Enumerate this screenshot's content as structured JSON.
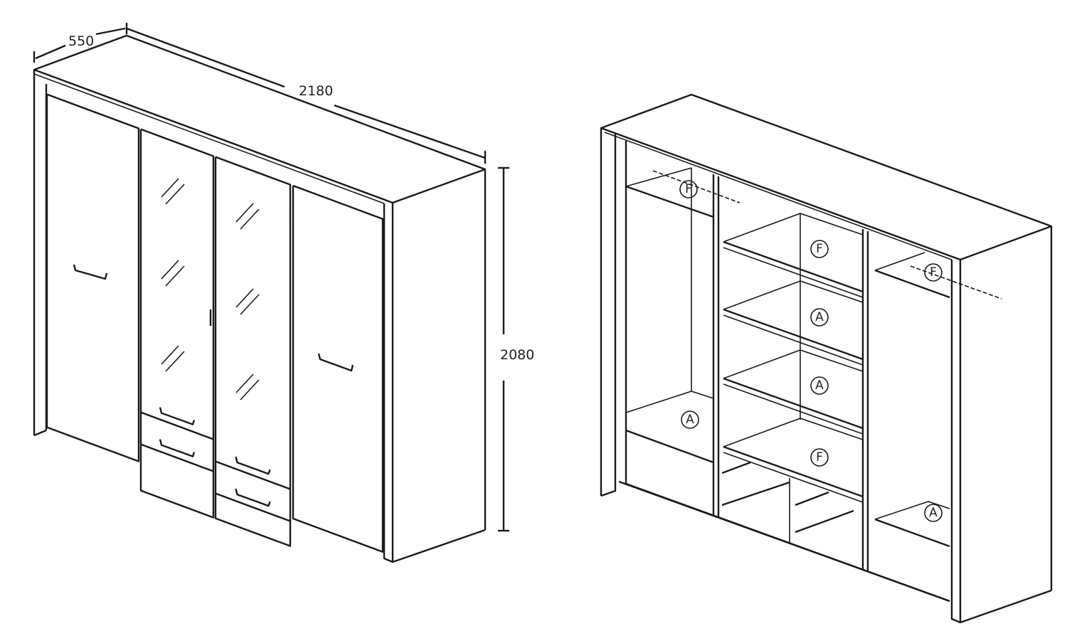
{
  "dimensions": {
    "depth": "550",
    "width": "2180",
    "height": "2080"
  },
  "part_labels": [
    "F",
    "F",
    "A",
    "A",
    "A",
    "F",
    "F",
    "A"
  ]
}
